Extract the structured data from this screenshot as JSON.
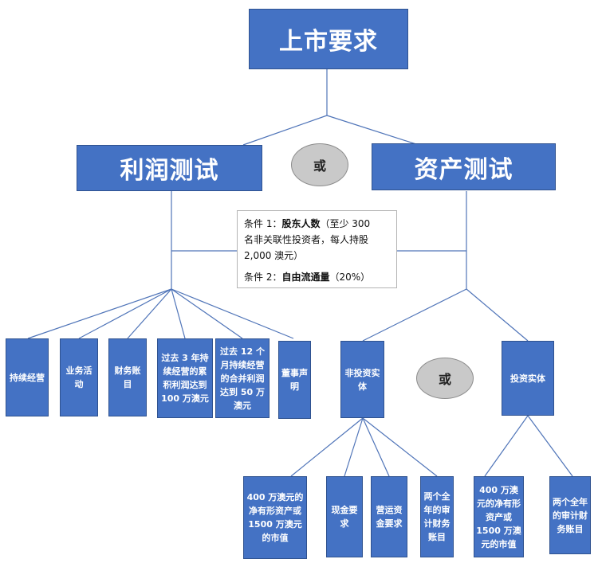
{
  "root": "上市要求",
  "branches": {
    "left": "利润测试",
    "right": "资产测试",
    "or1": "或",
    "or2": "或"
  },
  "conditions": {
    "c1_prefix": "条件 1：",
    "c1_bold": "股东人数",
    "c1_line1_rest": "（至少 300",
    "c1_line2": "名非关联性投资者，每人持股",
    "c1_line3": "2,000 澳元）",
    "c2_prefix": "条件 2：",
    "c2_bold": "自由流通量",
    "c2_rest": "（20%）"
  },
  "profit_items": [
    "持续经营",
    "业务活动",
    "财务账目",
    "过去 3 年持续经营的累积利润达到 100 万澳元",
    "过去 12 个月持续经营的合并利润达到 50 万澳元",
    "董事声明"
  ],
  "asset_types": {
    "non_invest": "非投资实体",
    "invest": "投资实体"
  },
  "non_invest_items": [
    "400 万澳元的净有形资产或 1500 万澳元的市值",
    "现金要求",
    "营运资金要求",
    "两个全年的审计财务账目"
  ],
  "invest_items": [
    "400 万澳元的净有形资产或 1500 万澳元的市值",
    "两个全年的审计财务账目"
  ],
  "colors": {
    "box": "#4472c4",
    "border": "#2f528f",
    "line": "#4f74b8",
    "oval": "#c9c9c9"
  }
}
